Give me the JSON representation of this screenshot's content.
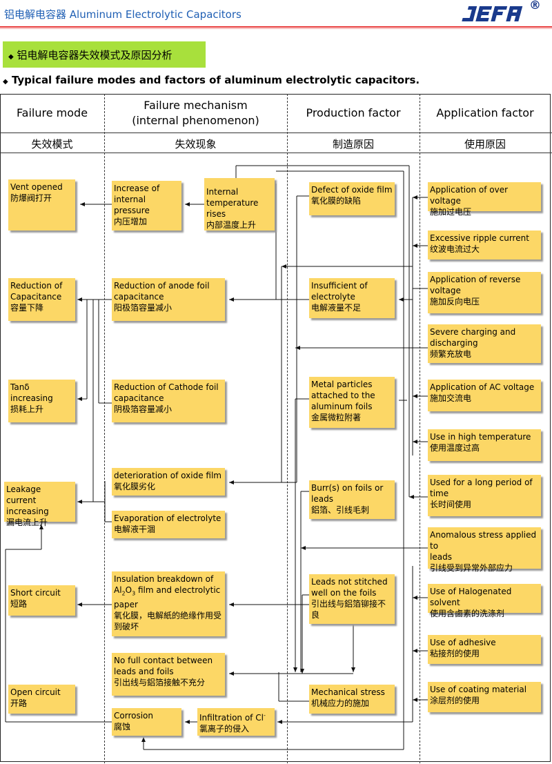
{
  "header": {
    "title": "铝电解电容器 Aluminum  Electrolytic Capacitors",
    "logo_text": "JEFA",
    "registered": "®"
  },
  "section": {
    "bullet": "◆",
    "title_cn": "铝电解电容器失效模式及原因分析",
    "title_en": "Typical failure modes and factors of aluminum electrolytic capacitors."
  },
  "columns": {
    "mode": {
      "en": "Failure mode",
      "cn": "失效模式"
    },
    "mechanism": {
      "en1": "Failure mechanism",
      "en2": "(internal phenomenon)",
      "cn": "失效现象"
    },
    "production": {
      "en": "Production  factor",
      "cn": "制造原因"
    },
    "application": {
      "en": "Application  factor",
      "cn": "使用原因"
    }
  },
  "modes": [
    {
      "l1": "Vent opened",
      "l2": "防爆阀打开"
    },
    {
      "l1": "Reduction of",
      "l2": "Capacitance",
      "l3": "容量下降"
    },
    {
      "l1": "Tanδ",
      "l2": "increasing",
      "l3": "损耗上升"
    },
    {
      "l1": "Leakage current",
      "l2": "increasing",
      "l3": "漏电流上升"
    },
    {
      "l1": "Short circuit",
      "l2": "短路"
    },
    {
      "l1": "Open circuit",
      "l2": "开路"
    }
  ],
  "mechanisms": [
    {
      "l1": "Increase of",
      "l2": "internal pressure",
      "l3": "内压增加"
    },
    {
      "l1": "Internal",
      "l2": "temperature rises",
      "l3": "内部温度上升"
    },
    {
      "l1": "Reduction of anode foil",
      "l2": "capacitance",
      "l3": "阳极箔容量减小"
    },
    {
      "l1": "Reduction of Cathode foil",
      "l2": "capacitance",
      "l3": "阴极箔容量减小"
    },
    {
      "l1": "deterioration of oxide film",
      "l2": "氧化膜劣化"
    },
    {
      "l1": "Evaporation of electrolyte",
      "l2": "电解液干涸"
    },
    {
      "l1": "Insulation breakdown of",
      "l2a": "Al",
      "l2b": "2",
      "l2c": "O",
      "l2d": "3",
      "l2e": " film and electrolytic",
      "l3": "paper",
      "l4": "氧化膜，电解紙的绝缘作用受",
      "l5": "到破坏"
    },
    {
      "l1": "No full contact between",
      "l2": "leads and foils",
      "l3": "引出线与鋁箔接触不充分"
    },
    {
      "l1": "Corrosion",
      "l2": "腐蚀"
    },
    {
      "l1": "Infiltration of  Cl",
      "l1sup": "-",
      "l2": "氯离子的侵入"
    }
  ],
  "production": [
    {
      "l1": "Defect of oxide film",
      "l2": "氧化膜的缺陷"
    },
    {
      "l1": "Insufficient of",
      "l2": "electrolyte",
      "l3": "电解液量不足"
    },
    {
      "l1": "Metal particles",
      "l2": "attached to the",
      "l3": "aluminum foils",
      "l4": "金属微粒附著"
    },
    {
      "l1": "Burr(s) on foils or",
      "l2": "leads",
      "l3": "鋁箔、引线毛刺"
    },
    {
      "l1": "Leads not stitched",
      "l2": "well on the foils",
      "l3": "引出线与鋁箔铆接不",
      "l4": "良"
    },
    {
      "l1": "Mechanical stress",
      "l2": "机械应力的施加"
    }
  ],
  "application": [
    {
      "l1": "Application of over voltage",
      "l2": "施加过电压"
    },
    {
      "l1": "Excessive  ripple current",
      "l2": "纹波电流过大"
    },
    {
      "l1": "Application of reverse",
      "l2": "voltage",
      "l3": "施加反向电压"
    },
    {
      "l1": "Severe charging and",
      "l2": "discharging",
      "l3": "频繁充放电"
    },
    {
      "l1": "Application of AC voltage",
      "l2": "施加交流电"
    },
    {
      "l1": "Use in high temperature",
      "l2": "使用温度过高"
    },
    {
      "l1": "Used for a long period of",
      "l2": "time",
      "l3": "长时间使用"
    },
    {
      "l1": "Anomalous stress applied to",
      "l2": "leads",
      "l3": "引线受到异常外部应力"
    },
    {
      "l1": "Use of  Halogenated solvent",
      "l2": "使用含鹵素的洗涤剂"
    },
    {
      "l1": "Use  of  adhesive",
      "l2": "粘接剂的使用"
    },
    {
      "l1": "Use of coating material",
      "l2": "涂层剂的使用"
    }
  ],
  "colors": {
    "box": "#fcd766",
    "accent_green": "#a8e03c",
    "header_red": "#e83a3a",
    "header_blue": "#1f5fb4"
  }
}
